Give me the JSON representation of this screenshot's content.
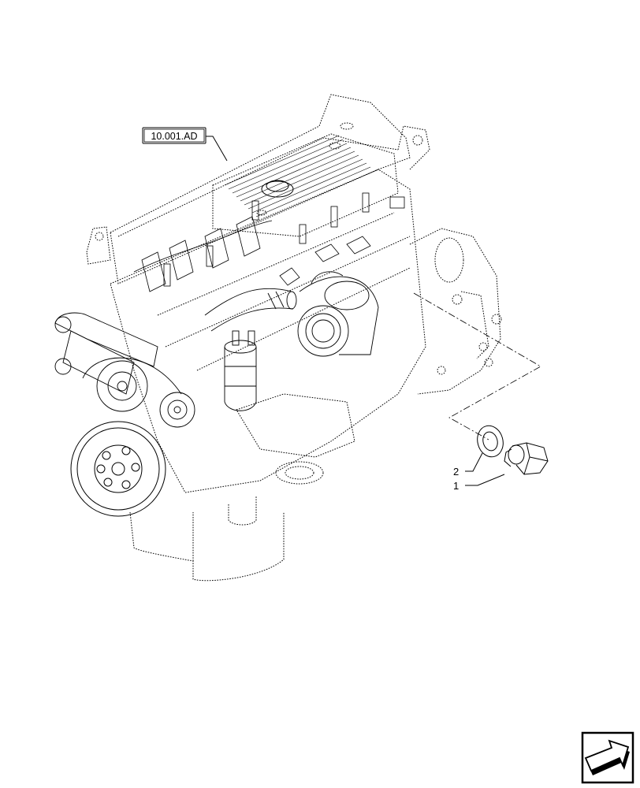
{
  "diagram": {
    "reference_label": "10.001.AD",
    "callouts": [
      {
        "number": "2",
        "part": "washer"
      },
      {
        "number": "1",
        "part": "plug"
      }
    ],
    "nav_icon": "next-page-arrow-icon",
    "colors": {
      "line": "#000000",
      "background": "#ffffff"
    }
  }
}
